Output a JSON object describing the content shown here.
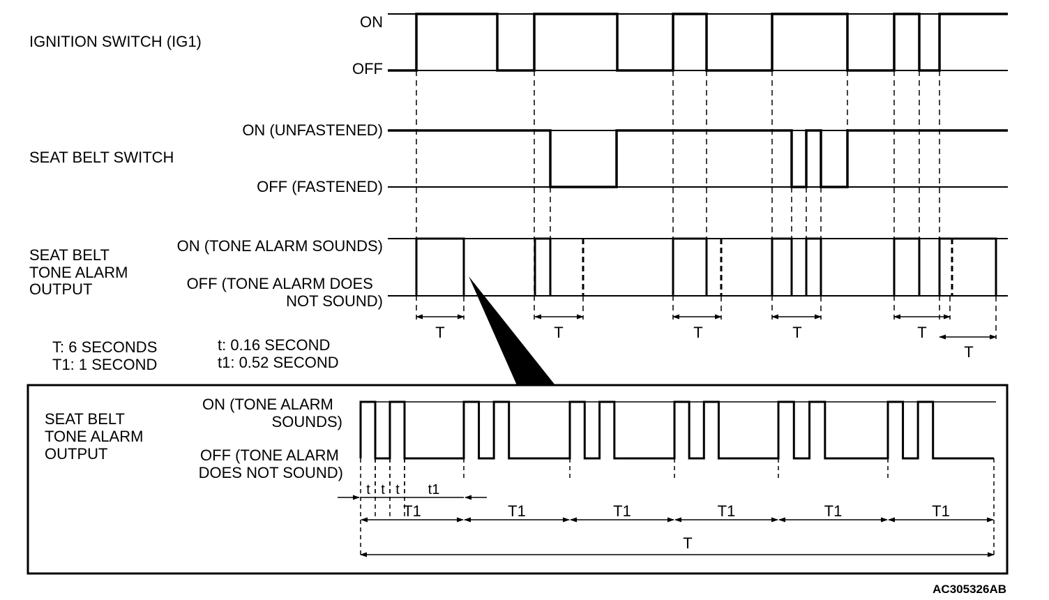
{
  "signals": {
    "ignition": {
      "label": "IGNITION SWITCH (IG1)",
      "on": "ON",
      "off": "OFF"
    },
    "seatbelt": {
      "label": "SEAT BELT SWITCH",
      "on": "ON (UNFASTENED)",
      "off": "OFF (FASTENED)"
    },
    "alarm": {
      "label_lines": [
        "SEAT BELT",
        "TONE ALARM",
        "OUTPUT"
      ],
      "on": "ON (TONE ALARM SOUNDS)",
      "off_lines": [
        "OFF (TONE ALARM DOES",
        "NOT SOUND)"
      ]
    }
  },
  "period_label": "T",
  "legend": {
    "T": "T: 6 SECONDS",
    "T1": "T1: 1 SECOND",
    "t": "t: 0.16 SECOND",
    "t1": "t1: 0.52 SECOND"
  },
  "detail": {
    "label_lines": [
      "SEAT BELT",
      "TONE ALARM",
      "OUTPUT"
    ],
    "on_lines": [
      "ON (TONE ALARM",
      "SOUNDS)"
    ],
    "off_lines": [
      "OFF (TONE ALARM",
      "DOES NOT SOUND)"
    ],
    "t_label": "t",
    "t1_label": "t1",
    "T1_label": "T1",
    "T_label": "T",
    "cycles": 6
  },
  "figure_code": "AC305326AB"
}
